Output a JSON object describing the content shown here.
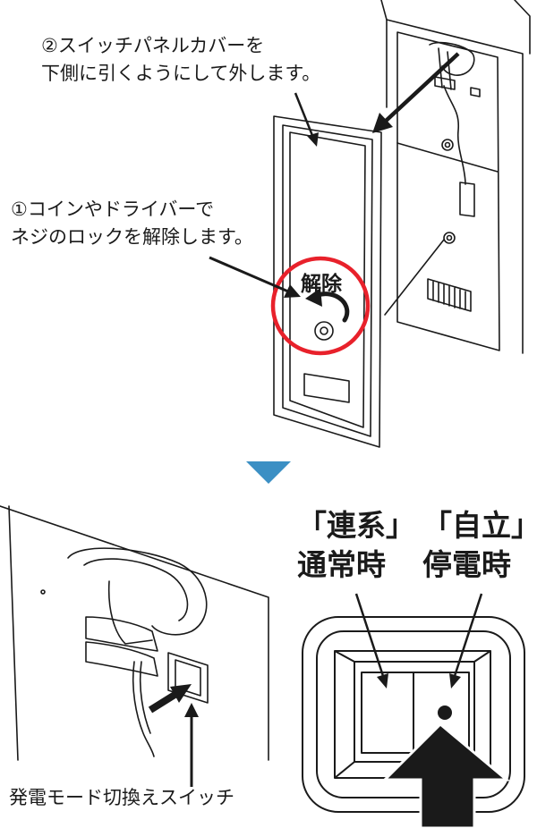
{
  "instructions": {
    "step1": {
      "line1": "①コインやドライバーで",
      "line2": "ネジのロックを解除します。"
    },
    "step2": {
      "line1": "②スイッチパネルカバーを",
      "line2": "下側に引くようにして外します。"
    },
    "release_label": "解除"
  },
  "switch": {
    "mode_normal": {
      "name": "「連系」",
      "condition": "通常時"
    },
    "mode_outage": {
      "name": "「自立」",
      "condition": "停電時"
    },
    "label": "発電モード切換えスイッチ"
  },
  "colors": {
    "highlight_circle": "#e8212b",
    "separator_arrow": "#3b8fc4",
    "line": "#1a1a1a"
  },
  "icons": [
    "rotate-ccw-arrow-icon",
    "down-triangle-icon",
    "up-arrow-icon"
  ]
}
